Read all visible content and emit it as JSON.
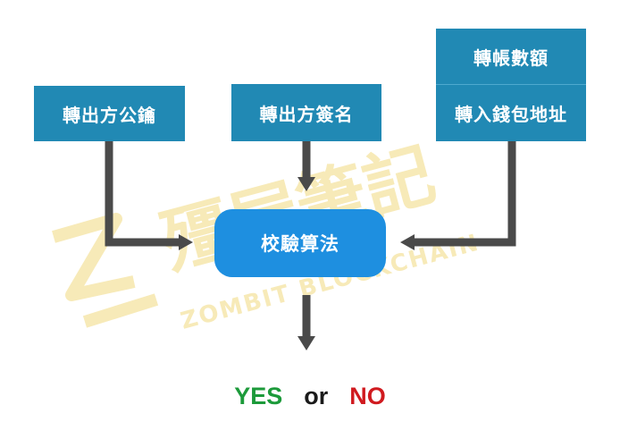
{
  "colors": {
    "box": "#2189b4",
    "box_divider": "#4fa9cf",
    "center": "#1e8fe0",
    "arrow": "#4a4a4a",
    "yes": "#1c9a3a",
    "or": "#1a1a1a",
    "no": "#d01a1f",
    "watermark": "#f7eab8"
  },
  "boxes": {
    "sender_public_key": "轉出方公鑰",
    "sender_signature": "轉出方簽名",
    "transfer_amount": "轉帳數額",
    "wallet_address": "轉入錢包地址",
    "verification_algorithm": "校驗算法"
  },
  "result": {
    "yes": "YES",
    "or": "or",
    "no": "NO"
  },
  "watermark": {
    "chinese": "殭屍筆記",
    "english": "ZOMBIT BLOCKCHAIN"
  }
}
